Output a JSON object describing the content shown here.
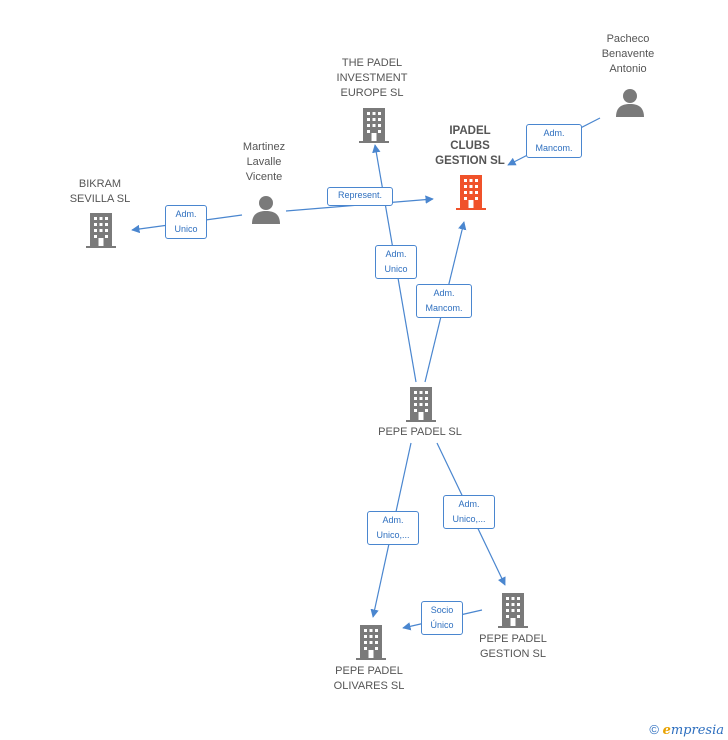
{
  "nodes": {
    "ipadel": {
      "label": "IPADEL\nCLUBS\nGESTION  SL",
      "type": "company-main"
    },
    "the_padel": {
      "label": "THE PADEL\nINVESTMENT\nEUROPE  SL",
      "type": "company"
    },
    "bikram": {
      "label": "BIKRAM\nSEVILLA  SL",
      "type": "company"
    },
    "pepe_padel": {
      "label": "PEPE PADEL  SL",
      "type": "company"
    },
    "pepe_olivares": {
      "label": "PEPE PADEL\nOLIVARES  SL",
      "type": "company"
    },
    "pepe_gestion": {
      "label": "PEPE PADEL\nGESTION  SL",
      "type": "company"
    },
    "pacheco": {
      "label": "Pacheco\nBenavente\nAntonio",
      "type": "person"
    },
    "martinez": {
      "label": "Martinez\nLavalle\nVicente",
      "type": "person"
    }
  },
  "edges": {
    "pacheco_ipadel": "Adm.\nMancom.",
    "martinez_bikram": "Adm.\nUnico",
    "martinez_represent": "Represent.",
    "pepe_thepadel": "Adm.\nUnico",
    "pepe_ipadel": "Adm.\nMancom.",
    "pepe_olivares": "Adm.\nUnico,...",
    "pepe_gestion": "Adm.\nUnico,...",
    "gestion_olivares": "Socio\nÚnico"
  },
  "colors": {
    "edge": "#4a86cf",
    "company": "#7a7a7a",
    "company_main": "#f0522a",
    "person": "#7a7a7a"
  },
  "icons": {
    "company": "building-icon",
    "person": "person-icon"
  },
  "footer": {
    "copyright": "©",
    "brand_initial": "e",
    "brand_rest": "mpresia"
  }
}
